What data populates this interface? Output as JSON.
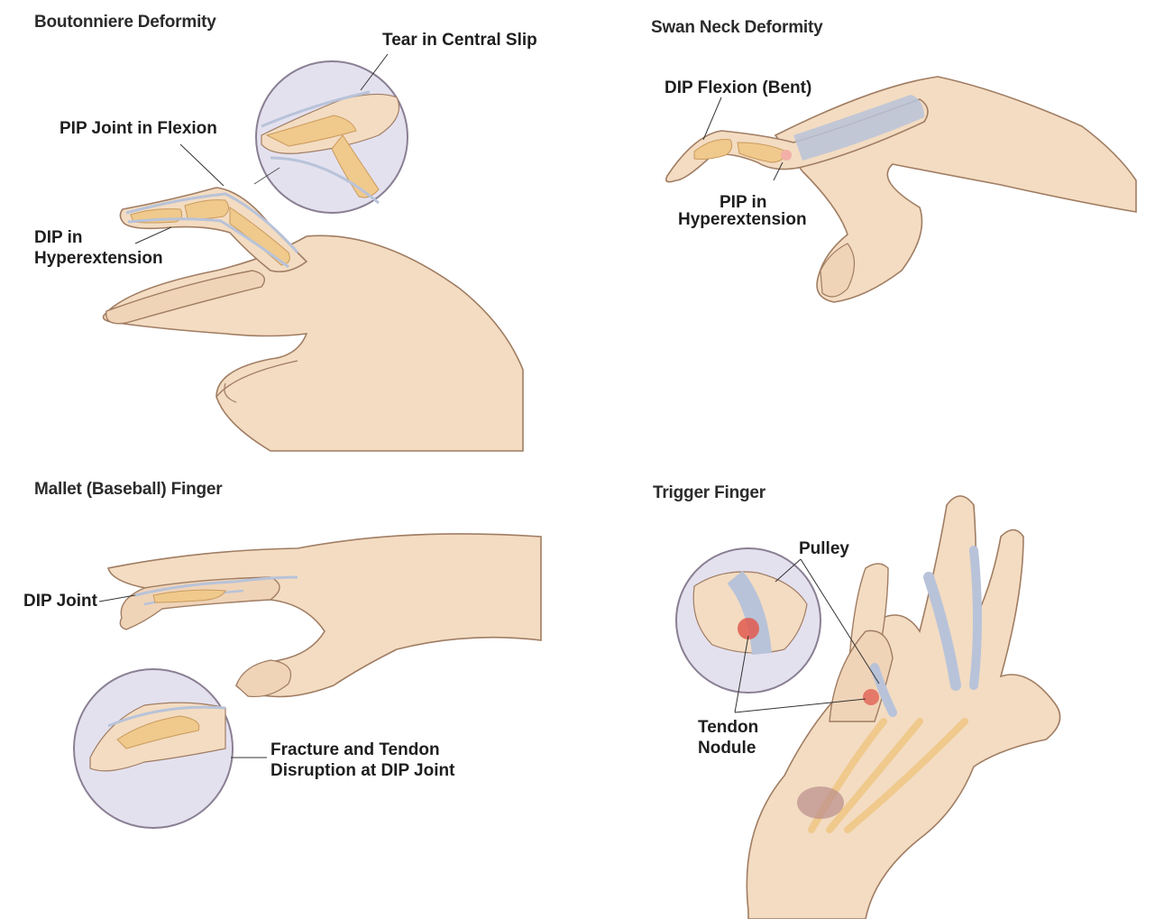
{
  "colors": {
    "skin": "#f3dcc2",
    "skin_shadow": "#e3bfa0",
    "outline": "#a07d63",
    "bone": "#f0c98c",
    "tendon": "#b8c3d9",
    "inset_bg": "#e4e1ef",
    "inflammation": "#e05a4f"
  },
  "panels": {
    "boutonniere": {
      "title": "Boutonniere Deformity",
      "labels": {
        "tear": "Tear in Central Slip",
        "pip": "PIP Joint in Flexion",
        "dip_line1": "DIP in",
        "dip_line2": "Hyperextension"
      }
    },
    "swan": {
      "title": "Swan Neck Deformity",
      "labels": {
        "dip": "DIP Flexion (Bent)",
        "pip_line1": "PIP in",
        "pip_line2": "Hyperextension"
      }
    },
    "mallet": {
      "title": "Mallet (Baseball) Finger",
      "labels": {
        "dip": "DIP Joint",
        "fracture_line1": "Fracture and Tendon",
        "fracture_line2": "Disruption at DIP Joint"
      }
    },
    "trigger": {
      "title": "Trigger Finger",
      "labels": {
        "pulley": "Pulley",
        "nodule_line1": "Tendon",
        "nodule_line2": "Nodule"
      }
    }
  }
}
